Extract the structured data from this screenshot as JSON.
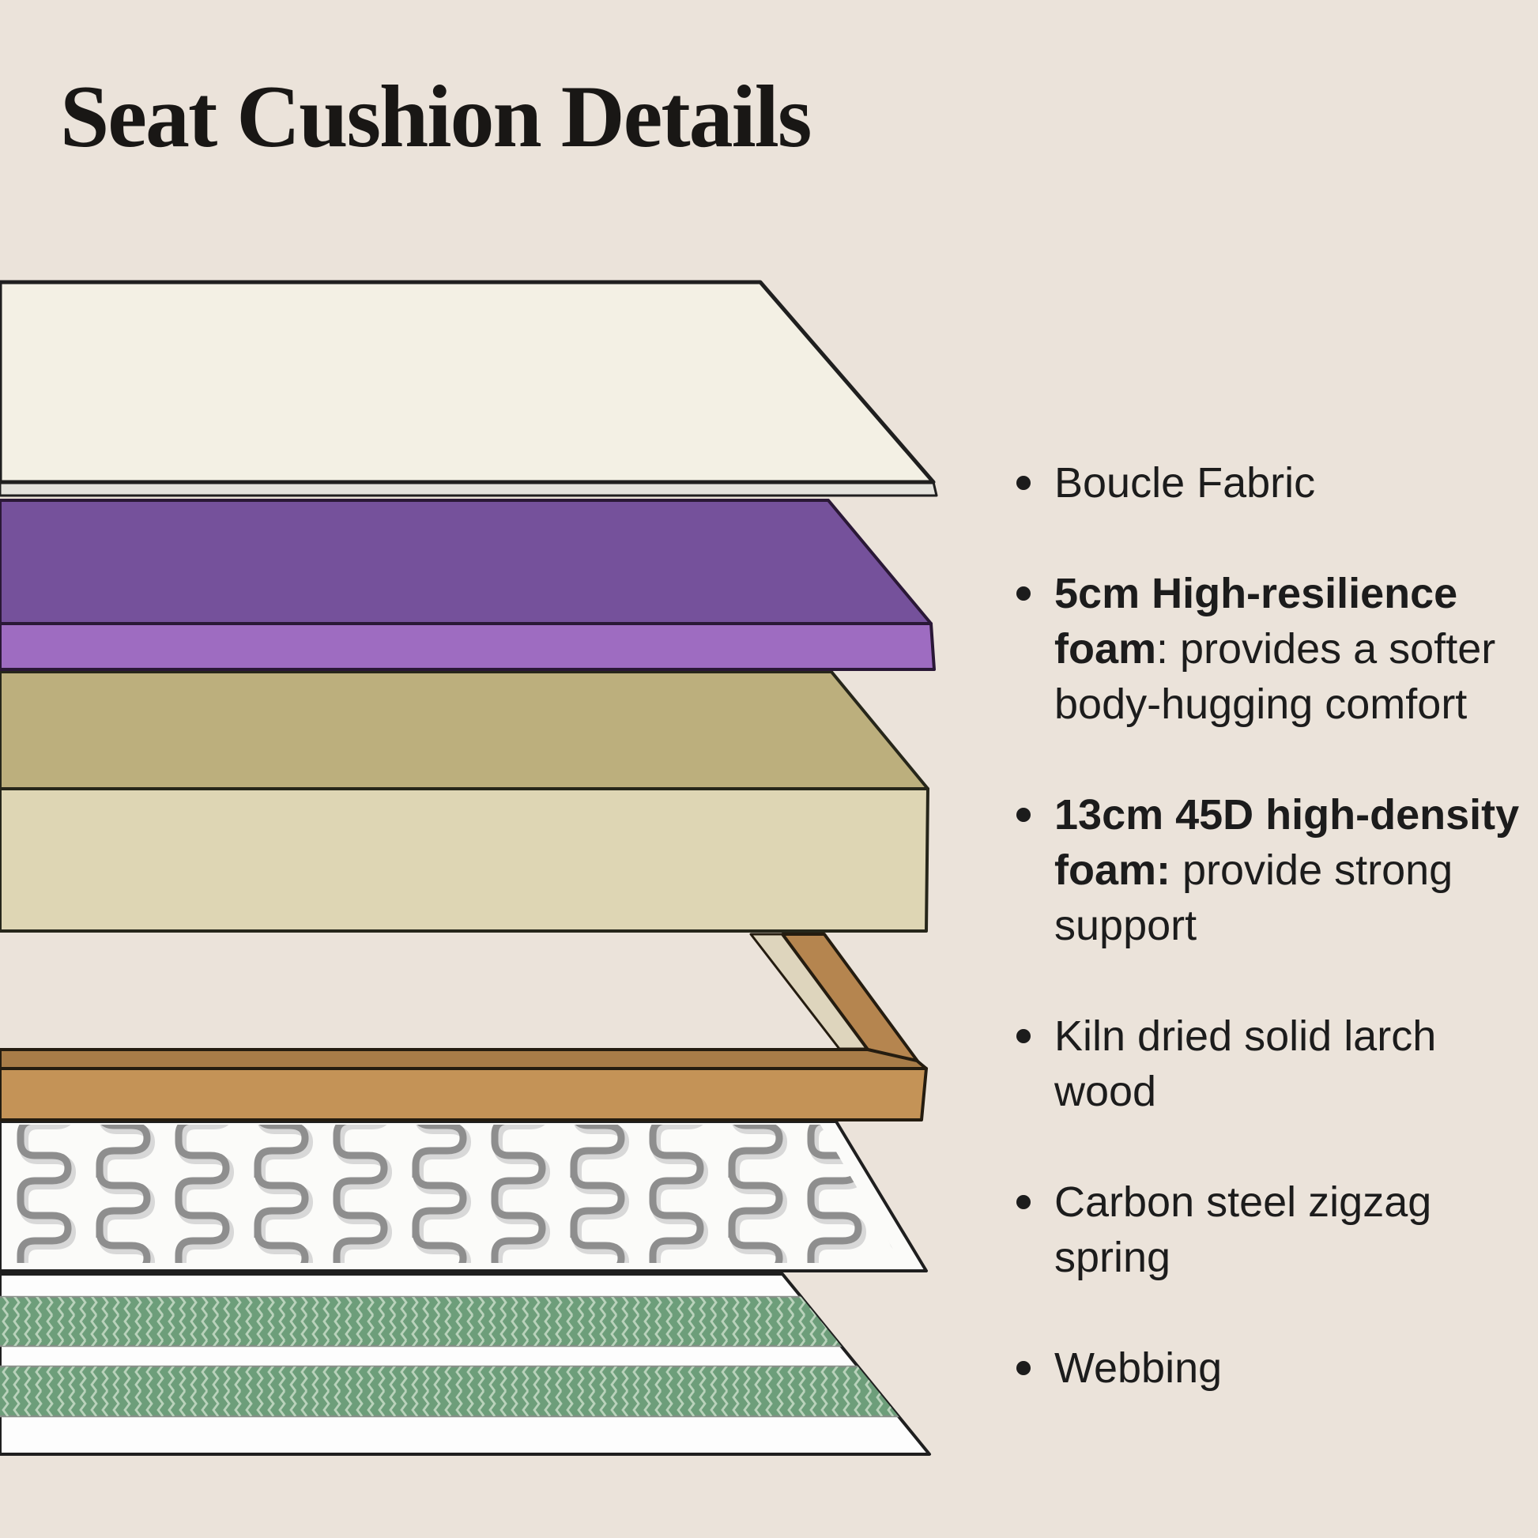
{
  "title": "Seat Cushion Details",
  "list": {
    "items": [
      {
        "bold": "",
        "rest": "Boucle Fabric"
      },
      {
        "bold": "5cm High-resilience\nfoam",
        "rest": ": provides a softer\nbody-hugging comfort"
      },
      {
        "bold": "13cm 45D high-density\nfoam:",
        "rest": " provide strong\nsupport"
      },
      {
        "bold": "",
        "rest": "Kiln dried solid larch\nwood"
      },
      {
        "bold": "",
        "rest": "Carbon steel zigzag\nspring"
      },
      {
        "bold": "",
        "rest": "Webbing"
      }
    ]
  },
  "colors": {
    "background": "#ebe3da",
    "outline": "#1f1f1f",
    "fabric_top": "#f3f0e4",
    "fabric_edge": "#e3e2dc",
    "foam_soft_top": "#75519b",
    "foam_soft_front": "#9e6cc1",
    "foam_firm_top": "#bcaf7d",
    "foam_firm_front": "#ded6b4",
    "wood_top": "#a87c48",
    "wood_front": "#c49357",
    "wood_rail": "#b5854f",
    "wood_lining": "#ded5bd",
    "spring_sheet": "#fbfbf9",
    "spring_wire": "#8e8e8e",
    "spring_wire_shadow": "#d8d8d8",
    "webbing_base": "#fdfdfd",
    "webbing_green": "#6d9e7a",
    "webbing_wave": "#b9d2bb",
    "webbing_border": "#878f88"
  }
}
